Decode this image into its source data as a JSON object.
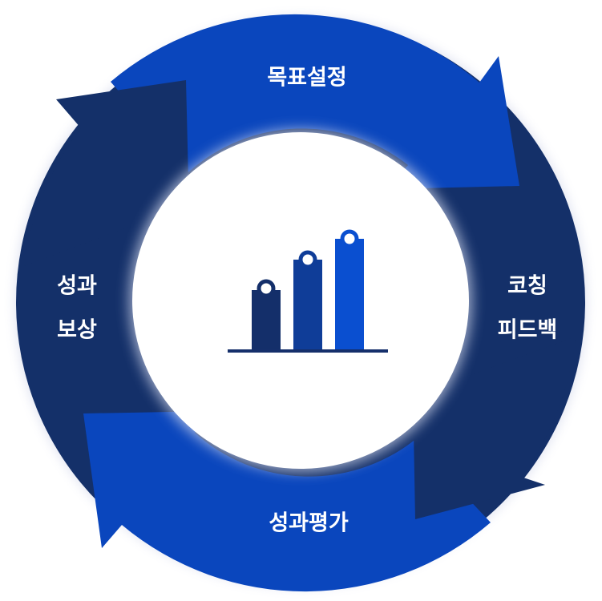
{
  "cycle": {
    "steps": [
      {
        "label_lines": [
          "목표설정"
        ],
        "color": "#0a46bd"
      },
      {
        "label_lines": [
          "코칭",
          "피드백"
        ],
        "color": "#143069"
      },
      {
        "label_lines": [
          "성과평가"
        ],
        "color": "#0a46bd"
      },
      {
        "label_lines": [
          "성과",
          "보상"
        ],
        "color": "#143069"
      }
    ]
  },
  "icon": {
    "name": "bar-chart-icon",
    "bar_colors": [
      "#142f6a",
      "#0f3d98",
      "#0a4fd0"
    ],
    "baseline_color": "#152f6b"
  }
}
